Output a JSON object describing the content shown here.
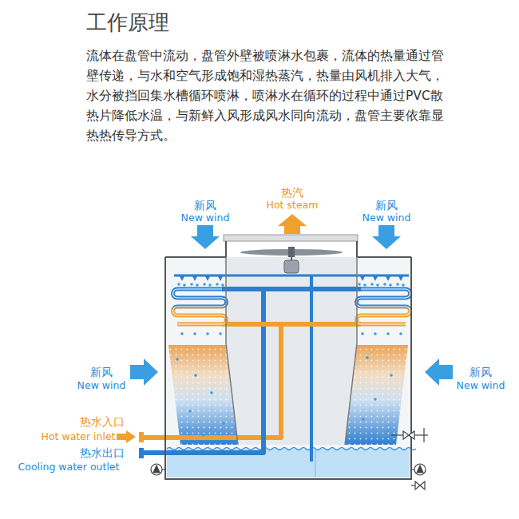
{
  "diagram": {
    "title": "工作原理",
    "labels": [
      "流体在盘管中流动，盘管外壁被喷淋水包裹，流体的热量通过管壁传递，与水和空气形成饱和湿热蒸汽，热量由风机排入大气，水分被挡回集水槽循环喷淋，喷淋水在循环的过程中通过PVC散热片降低水温，与新鲜入风形成风水同向流动，盘管主要依靠显热热传导方式。",
      "新风",
      "New wind",
      "热汽",
      "Hot steam",
      "新风",
      "New wind",
      "新风",
      "New wind",
      "新风",
      "New wind",
      "热水入口",
      "Hot water inlet",
      "热水出口",
      "Cooling water outlet"
    ]
  }
}
